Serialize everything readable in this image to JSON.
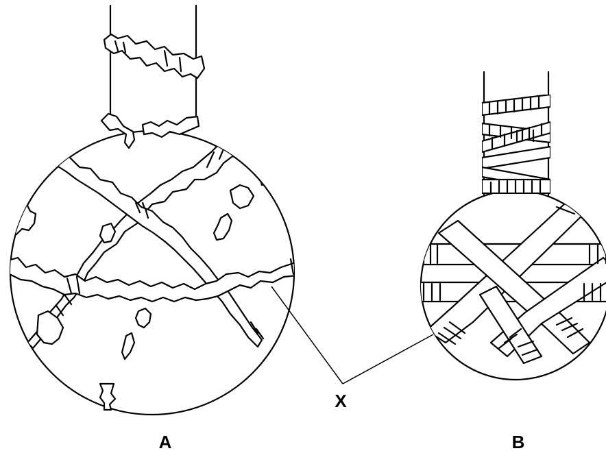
{
  "labels": {
    "x": "X",
    "a": "A",
    "b": "B"
  },
  "colors": {
    "line": "#000000",
    "background": "#ffffff"
  }
}
